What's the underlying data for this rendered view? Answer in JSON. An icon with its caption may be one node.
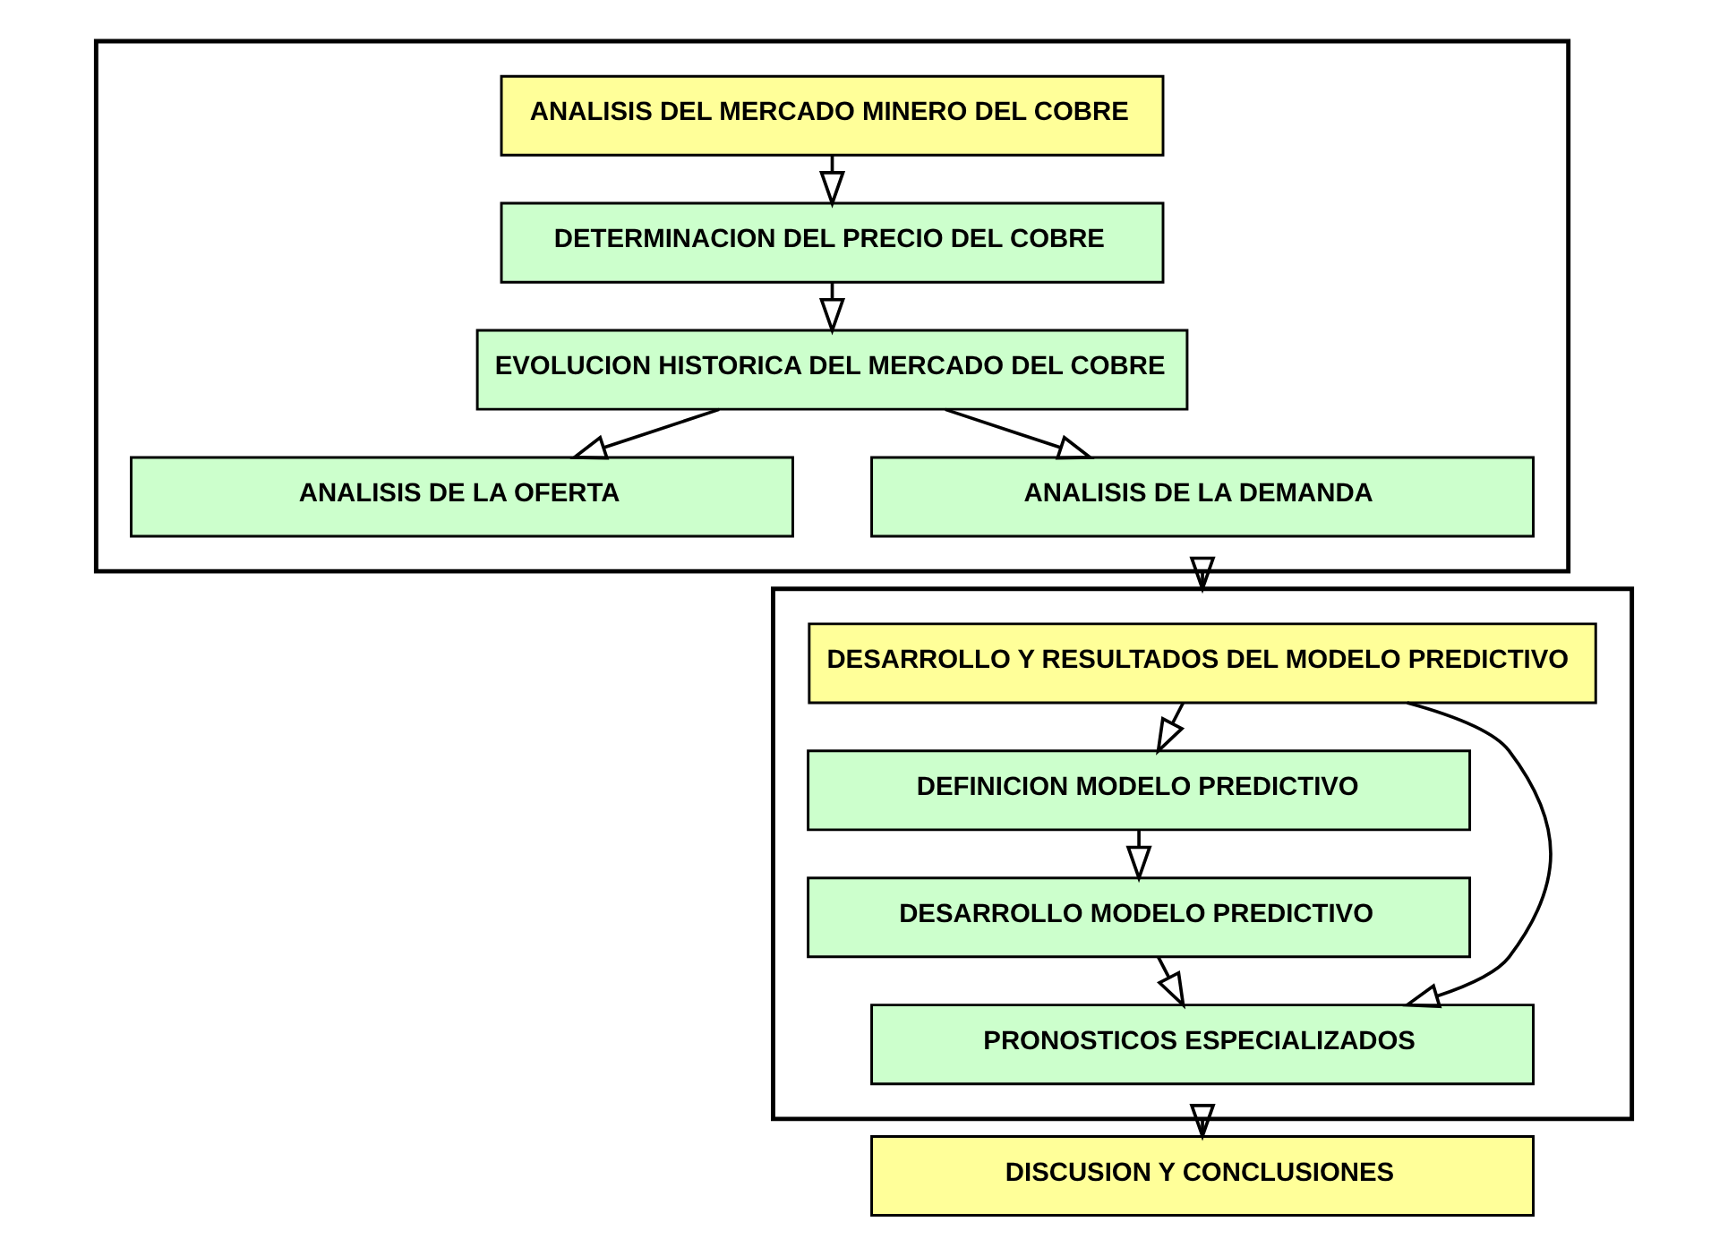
{
  "diagram": {
    "nodes": [
      {
        "text": [],
        "shape": "box"
      },
      {
        "text": [
          "ANALISIS DEL MERCADO MINERO DEL COBRE"
        ],
        "in": 0
      },
      {
        "text": [
          "DETERMINACION DEL PRECIO DEL COBRE"
        ],
        "in": 0
      },
      {
        "text": [
          "EVOLUCION HISTORICA DEL MERCADO DEL COBRE"
        ],
        "in": 0
      },
      {
        "text": [
          "ANALISIS DE LA OFERTA"
        ],
        "in": 0
      },
      {
        "text": [
          "ANALISIS DE LA DEMANDA"
        ],
        "in": 0
      },
      {
        "text": [],
        "shape": "box"
      },
      {
        "text": [
          "DESARROLLO Y RESULTADOS DEL MODELO PREDICTIVO"
        ],
        "in": 6
      },
      {
        "text": [
          "DEFINICION MODELO PREDICTIVO"
        ],
        "in": 6
      },
      {
        "text": [
          "DESARROLLO MODELO PREDICTIVO"
        ],
        "in": 6
      },
      {
        "text": [
          "PRONOSTICOS ESPECIALIZADOS"
        ],
        "in": 6
      },
      {
        "text": [
          "DISCUSION Y CONCLUSIONES"
        ]
      }
    ],
    "edges": [
      {
        "from": 1,
        "to": 2,
        "arrow": "to"
      },
      {
        "from": 2,
        "to": 3,
        "arrow": "to"
      },
      {
        "from": 3,
        "to": 4,
        "arrow": "to"
      },
      {
        "from": 3,
        "to": 5,
        "arrow": "to"
      },
      {
        "from": 0,
        "to": 6,
        "arrow": "to"
      },
      {
        "from": 7,
        "to": 8,
        "arrow": "to"
      },
      {
        "from": 8,
        "to": 9,
        "arrow": "to"
      },
      {
        "from": 9,
        "to": 10,
        "arrow": "to"
      },
      {
        "from": 7,
        "to": 10,
        "arrow": "to"
      },
      {
        "from": 6,
        "to": 11,
        "arrow": "to"
      }
    ]
  }
}
